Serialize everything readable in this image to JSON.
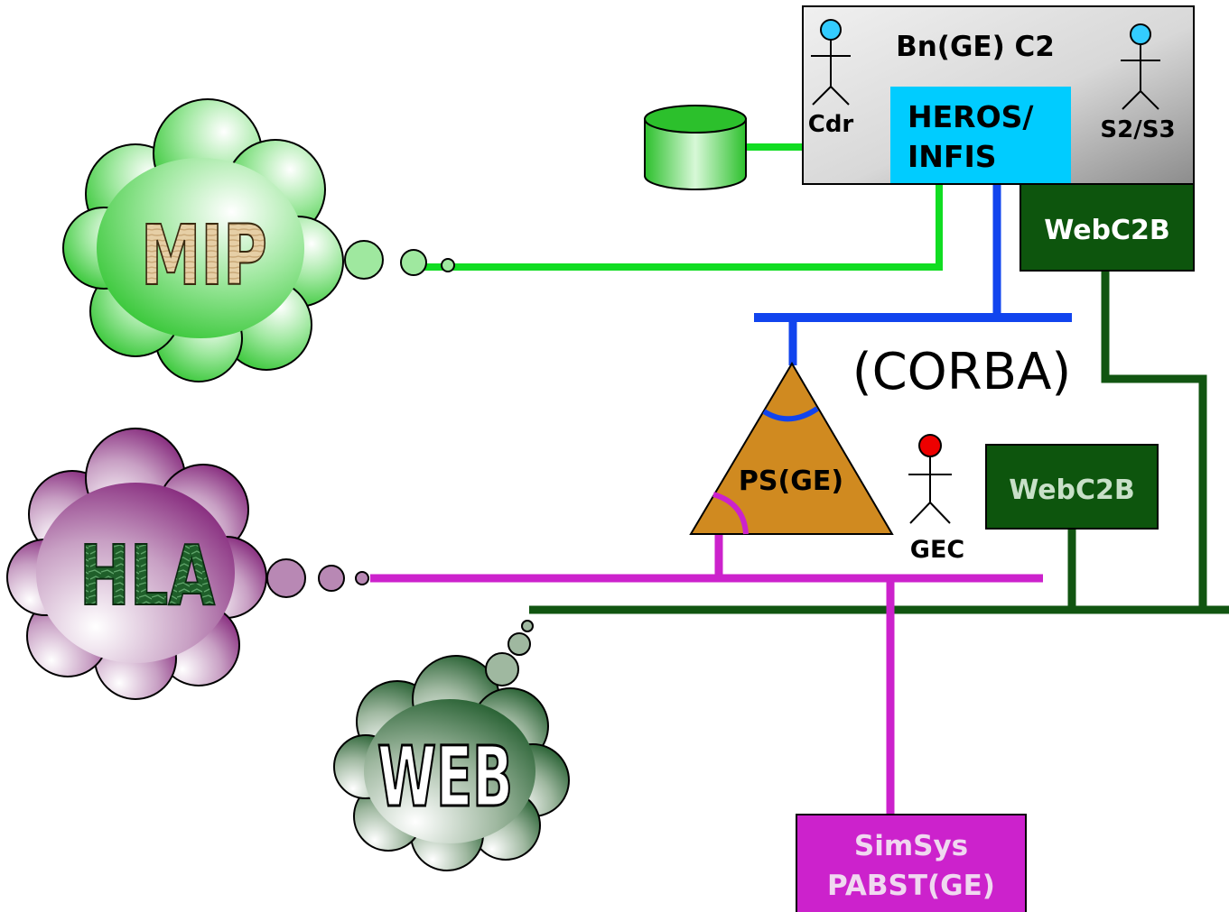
{
  "header_box": {
    "title": "Bn(GE) C2",
    "left_actor": "Cdr",
    "right_actor": "S2/S3",
    "inner_box": {
      "line1": "HEROS/",
      "line2": "INFIS"
    }
  },
  "webc2b_top": "WebC2B",
  "webc2b_mid": "WebC2B",
  "corba_label": "(CORBA)",
  "triangle_label": "PS(GE)",
  "gec_actor": "GEC",
  "simsys_box": {
    "line1": "SimSys",
    "line2": "PABST(GE)"
  },
  "clouds": {
    "mip": "MIP",
    "hla": "HLA",
    "web": "WEB"
  },
  "colors": {
    "green_link": "#11dd22",
    "blue_link": "#1144ee",
    "magenta_link": "#cc22cc",
    "dark_green_link": "#115511",
    "heros_box": "#00ccff",
    "triangle_fill": "#d08a20",
    "actor_head_blue": "#33ccff",
    "actor_head_red": "#ee0000"
  }
}
